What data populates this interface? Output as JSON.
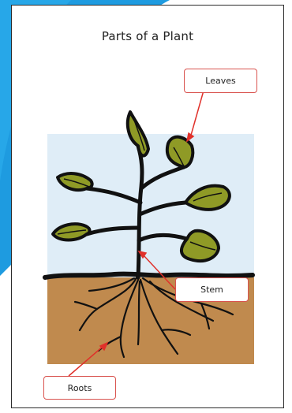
{
  "title": "Parts of a Plant",
  "labels": {
    "leaves": "Leaves",
    "stem": "Stem",
    "roots": "Roots"
  },
  "colors": {
    "accent_blue": "#1e9be0",
    "sky": "#dfedf7",
    "soil": "#c08a4e",
    "leaf": "#8f9a26",
    "outline": "#111111",
    "arrow": "#e0302a"
  }
}
